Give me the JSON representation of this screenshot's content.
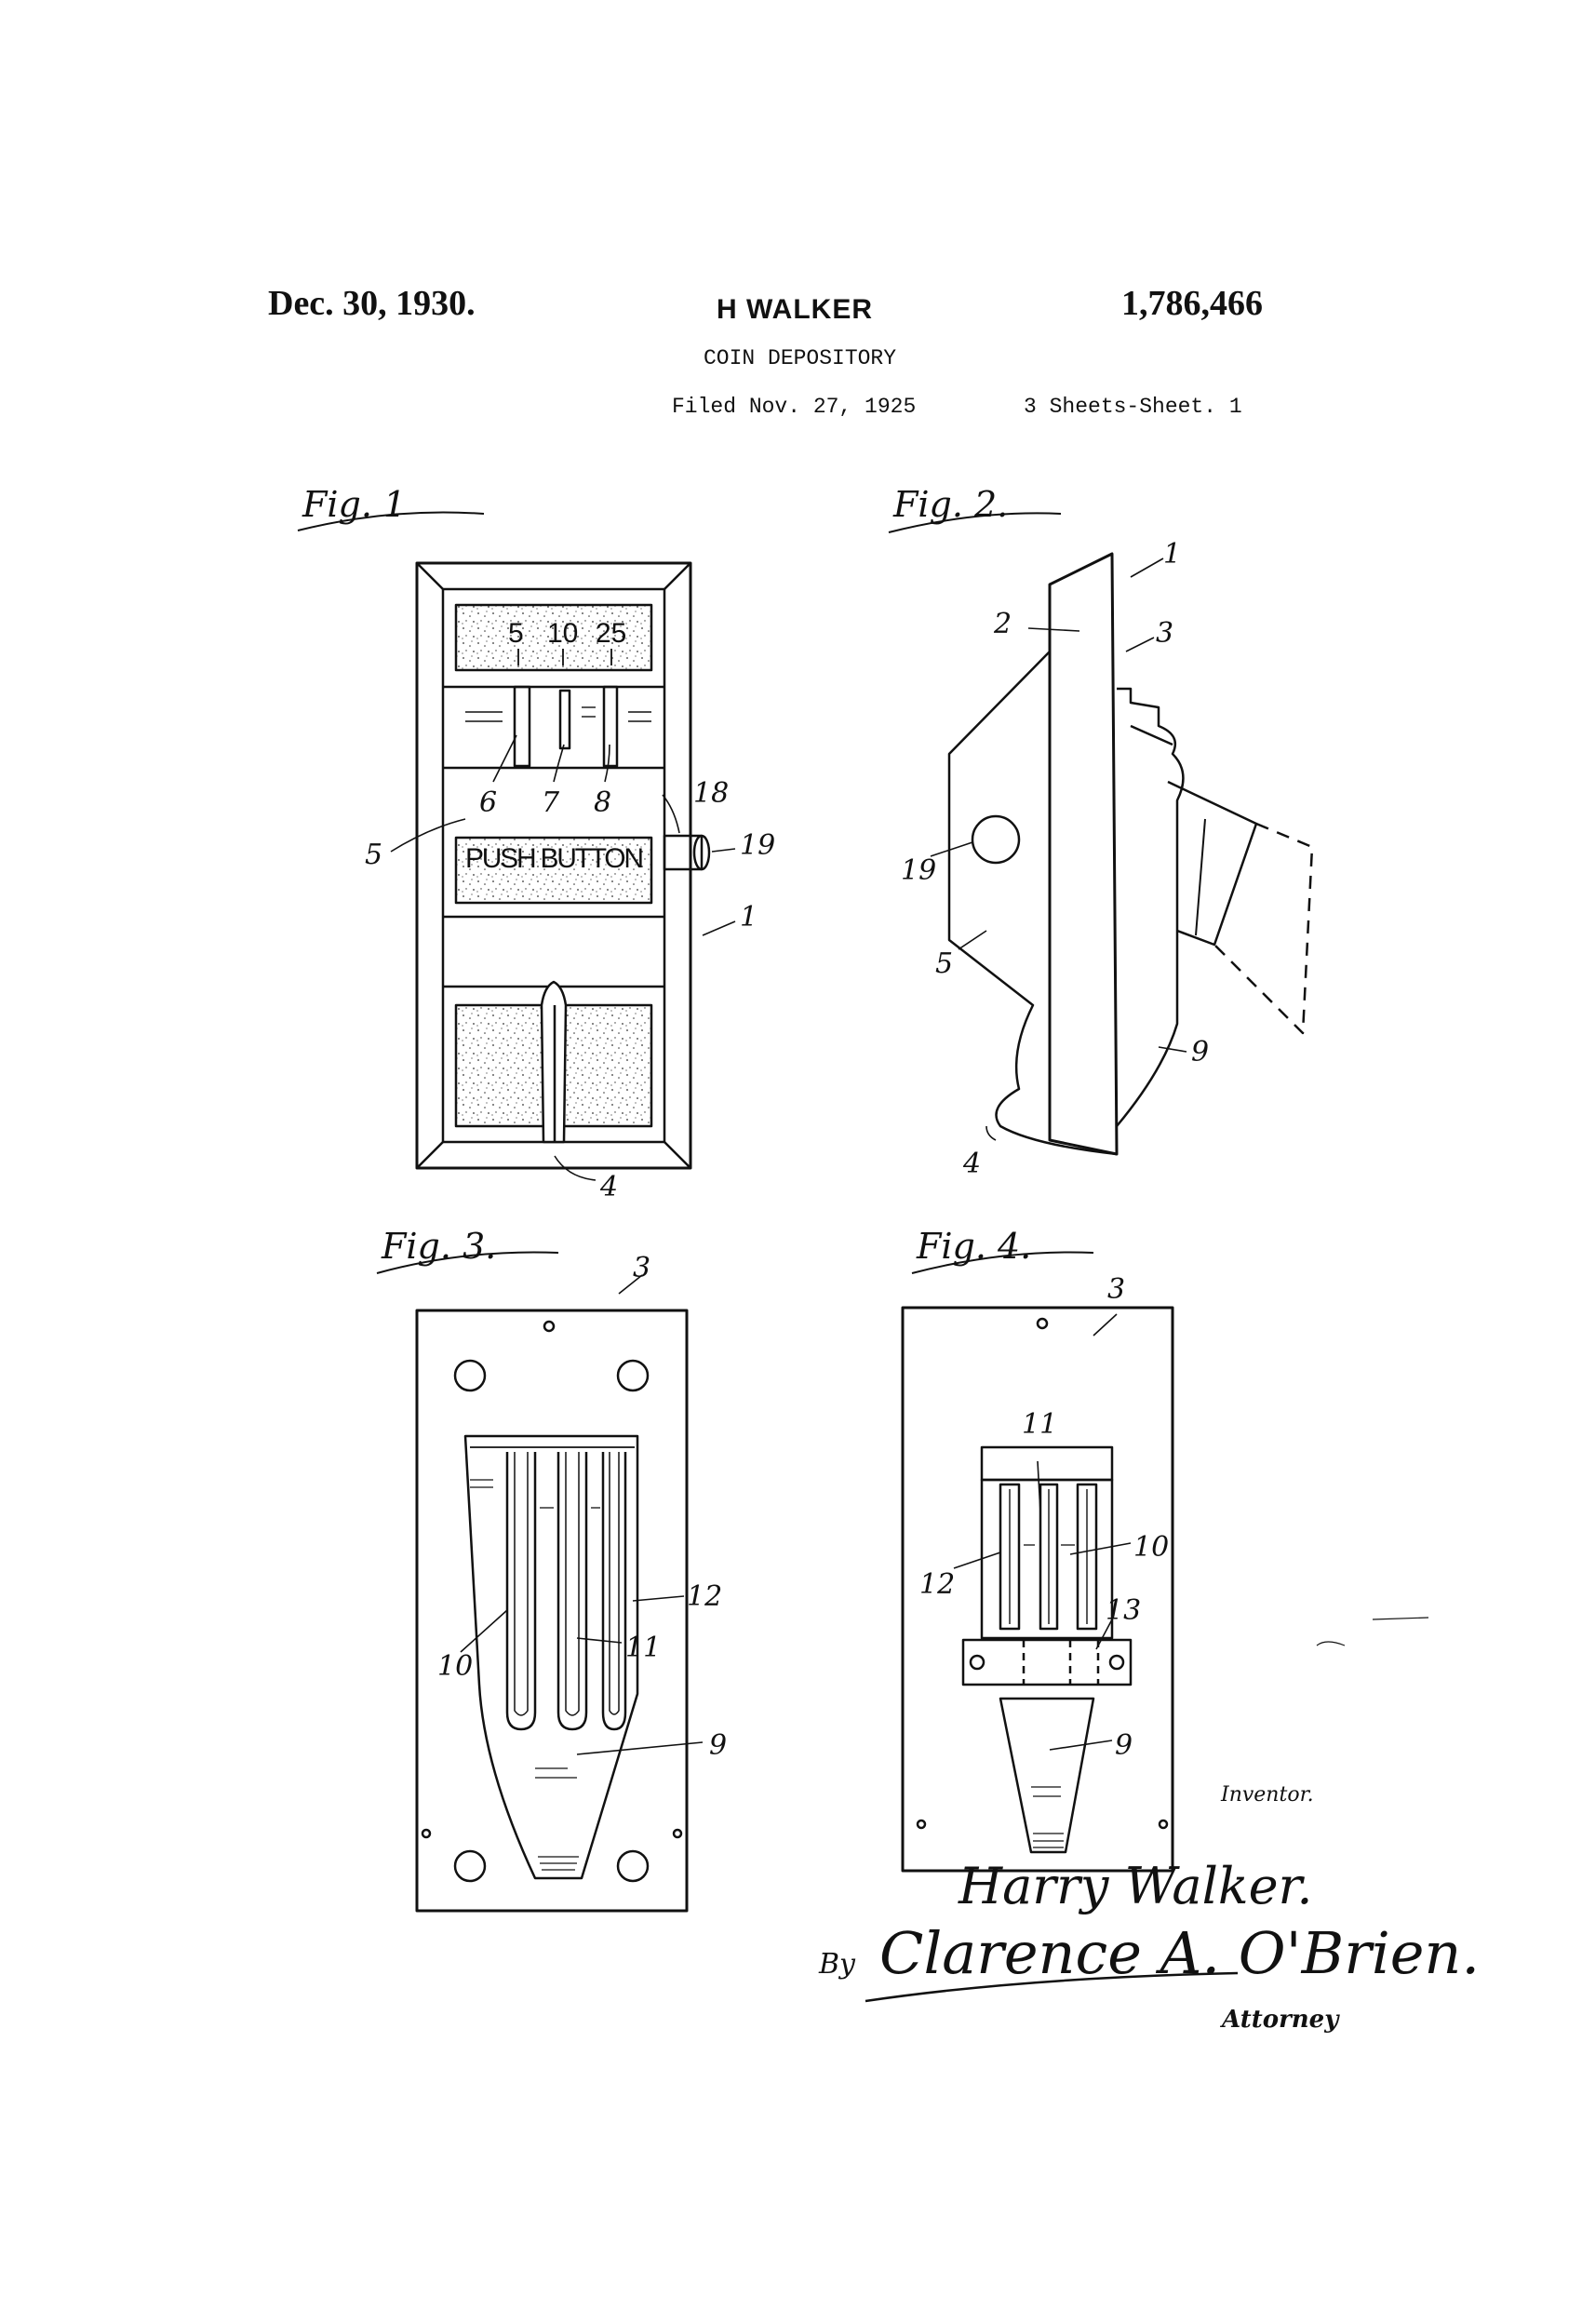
{
  "header": {
    "date": "Dec. 30, 1930.",
    "inventor_name": "H WALKER",
    "patent_number": "1,786,466",
    "title": "COIN DEPOSITORY",
    "filed": "Filed Nov. 27, 1925",
    "sheets": "3 Sheets-Sheet. 1"
  },
  "figures": {
    "fig1": {
      "label": "Fig. 1",
      "denominations": [
        "5",
        "10",
        "25"
      ],
      "button_text": "PUSH BUTTON",
      "refs": [
        "6",
        "7",
        "8",
        "18",
        "5",
        "19",
        "1",
        "4"
      ]
    },
    "fig2": {
      "label": "Fig. 2.",
      "refs": [
        "1",
        "2",
        "3",
        "19",
        "5",
        "9",
        "4"
      ]
    },
    "fig3": {
      "label": "Fig. 3.",
      "refs": [
        "3",
        "12",
        "10",
        "11",
        "9"
      ]
    },
    "fig4": {
      "label": "Fig. 4.",
      "refs": [
        "3",
        "11",
        "10",
        "12",
        "13",
        "9"
      ]
    }
  },
  "signatures": {
    "inventor_caption": "Inventor.",
    "inventor_signature": "Harry Walker.",
    "by": "By",
    "attorney_signature": "Clarence A. O'Brien.",
    "attorney_caption": "Attorney"
  }
}
